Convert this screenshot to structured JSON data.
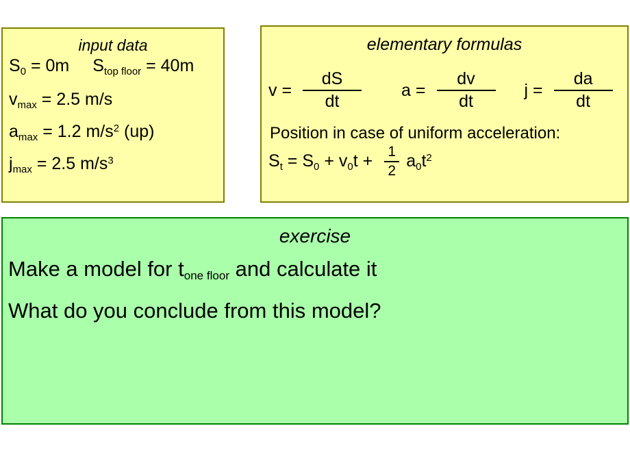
{
  "slide": {
    "background_color": "#ffffff",
    "panels": {
      "input": {
        "title": "input data",
        "background_color": "#ffffaa",
        "border_color": "#808000",
        "rows": [
          {
            "id": "s0-stop",
            "parts": [
              "S",
              "0",
              " = 0m",
              "S",
              "top floor",
              " = 40m"
            ]
          },
          {
            "id": "vmax",
            "symbol": "v",
            "subscript": "max",
            "value": " =  2.5 m/s"
          },
          {
            "id": "amax",
            "symbol": "a",
            "subscript": "max",
            "value": " = 1.2 m/s",
            "exponent": "2",
            "suffix": " (up)"
          },
          {
            "id": "jmax",
            "symbol": "j",
            "subscript": "max",
            "value": " = 2.5 m/s",
            "exponent": "3",
            "suffix": ""
          }
        ],
        "s0_symbol": "S",
        "s0_sub": "0",
        "s0_value": " = 0m",
        "stop_symbol": "S",
        "stop_sub": "top floor",
        "stop_value": " = 40m"
      },
      "formulas": {
        "title": "elementary formulas",
        "background_color": "#ffffaa",
        "border_color": "#808000",
        "derivatives": [
          {
            "lhs": "v =",
            "numerator": "dS",
            "denominator": "dt"
          },
          {
            "lhs": "a =",
            "numerator": "dv",
            "denominator": "dt"
          },
          {
            "lhs": "j =",
            "numerator": "da",
            "denominator": "dt"
          }
        ],
        "position_label": "Position in case of uniform acceleration:",
        "position_equation": {
          "lead_s": "S",
          "lead_s_sub": "t",
          "eq": " = S",
          "s0_sub": "0",
          "plus_v": " + v",
          "v0_sub": "0",
          "t_plus": "t +",
          "frac_num": "1",
          "frac_den": "2",
          "tail_a": "a",
          "a0_sub": "0",
          "tail_t": "t",
          "tail_exp": "2"
        }
      },
      "exercise": {
        "title": "exercise",
        "background_color": "#aaffaa",
        "border_color": "#008000",
        "lines": [
          {
            "id": "line-1",
            "before": "Make a model for t",
            "subscript": "one floor",
            "after": " and calculate it"
          },
          {
            "id": "line-2",
            "before": "What do you conclude from this model?",
            "subscript": "",
            "after": ""
          }
        ]
      }
    }
  }
}
